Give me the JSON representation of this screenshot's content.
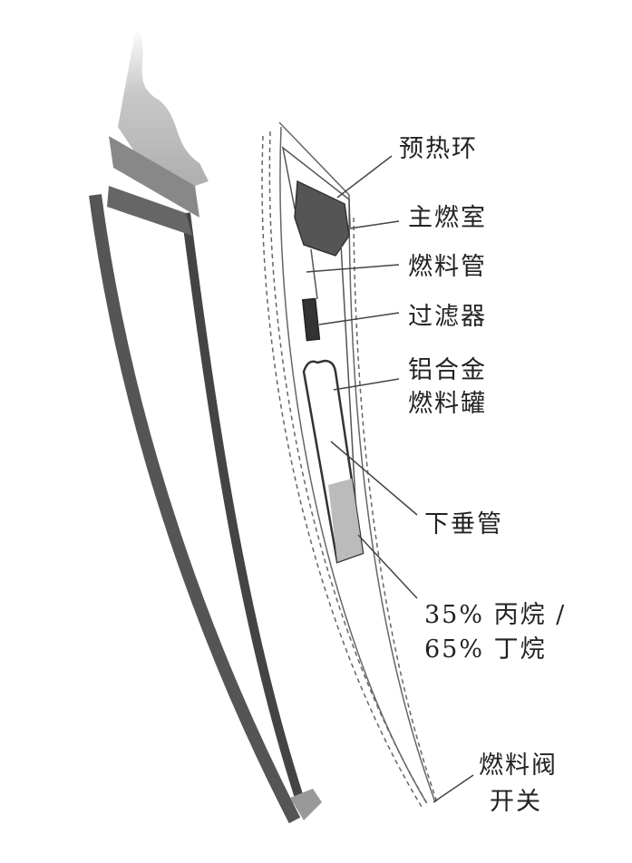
{
  "labels": {
    "preheat_ring": "预热环",
    "main_combustion_chamber": "主燃室",
    "fuel_pipe": "燃料管",
    "filter": "过滤器",
    "tank_line1": "铝合金",
    "tank_line2": "燃料罐",
    "drop_pipe": "下垂管",
    "fuel_line1": "35% 丙烷 /",
    "fuel_line2": "65% 丁烷",
    "valve_line1": "燃料阀",
    "valve_line2": "开关"
  }
}
